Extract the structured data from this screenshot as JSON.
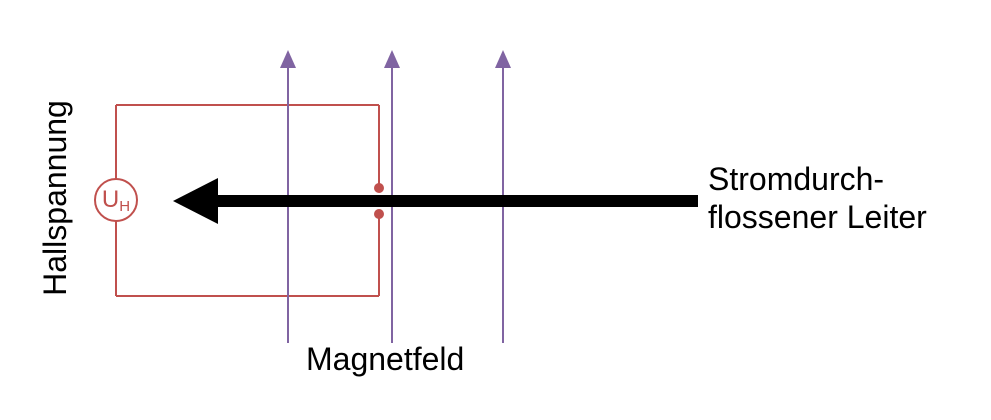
{
  "diagram": {
    "conductor_label_line1": "Stromdurch-",
    "conductor_label_line2": "flossener Leiter",
    "field_label": "Magnetfeld",
    "hall_voltage_label": "Hallspannung",
    "meter_symbol": "U",
    "meter_subscript": "H"
  },
  "colors": {
    "circuit": "#c0504d",
    "field_lines": "#8064a2",
    "conductor": "#000000"
  }
}
